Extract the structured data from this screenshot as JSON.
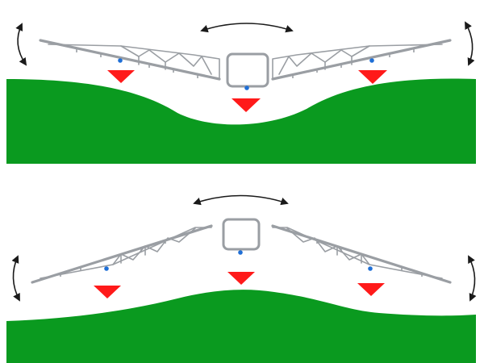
{
  "colors": {
    "ground": "#0a9a1f",
    "nozzle_marker": "#ff1a1a",
    "sensor": "#1f6fd6",
    "boom": "#9a9ea3",
    "arrow": "#1a1a1a",
    "background": "#ffffff"
  },
  "icons": {
    "arrows": "curved-double-arrow-icon",
    "nozzle": "triangle-down-icon",
    "sensor": "sensor-dot-icon"
  },
  "panels": [
    {
      "id": "top",
      "boom_state": "wings-raised-over-valley"
    },
    {
      "id": "bottom",
      "boom_state": "wings-lowered-over-hill"
    }
  ]
}
